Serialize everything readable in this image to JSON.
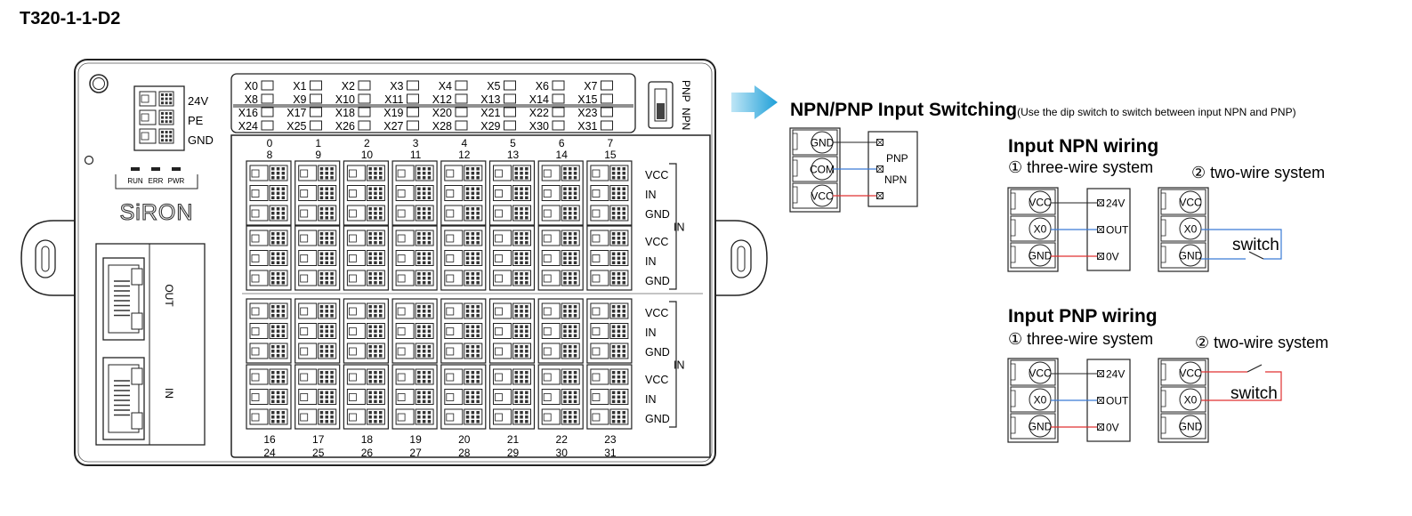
{
  "model_title": "T320-1-1-D2",
  "device": {
    "power_labels": [
      "24V",
      "PE",
      "GND"
    ],
    "leds": [
      "RUN",
      "ERR",
      "PWR"
    ],
    "brand": "SiRON",
    "ports": [
      "OUT",
      "IN"
    ],
    "switch_labels": [
      "PNP",
      "NPN"
    ],
    "indicator_rows": [
      [
        "X0",
        "X1",
        "X2",
        "X3",
        "X4",
        "X5",
        "X6",
        "X7"
      ],
      [
        "X8",
        "X9",
        "X10",
        "X11",
        "X12",
        "X13",
        "X14",
        "X15"
      ],
      [
        "X16",
        "X17",
        "X18",
        "X19",
        "X20",
        "X21",
        "X22",
        "X23"
      ],
      [
        "X24",
        "X25",
        "X26",
        "X27",
        "X28",
        "X29",
        "X30",
        "X31"
      ]
    ],
    "col_top_a": [
      "0",
      "1",
      "2",
      "3",
      "4",
      "5",
      "6",
      "7"
    ],
    "col_top_b": [
      "8",
      "9",
      "10",
      "11",
      "12",
      "13",
      "14",
      "15"
    ],
    "col_bottom_a": [
      "16",
      "17",
      "18",
      "19",
      "20",
      "21",
      "22",
      "23"
    ],
    "col_bottom_b": [
      "24",
      "25",
      "26",
      "27",
      "28",
      "29",
      "30",
      "31"
    ],
    "row_labels": [
      "VCC",
      "IN",
      "GND"
    ],
    "group_label": "IN"
  },
  "switching": {
    "heading": "NPN/PNP Input Switching",
    "note": "(Use the dip switch to switch between input NPN and PNP)",
    "terminals": [
      "GND",
      "COM",
      "VCC"
    ],
    "labels": [
      "PNP",
      "NPN"
    ]
  },
  "npn": {
    "heading": "Input NPN wiring",
    "three_wire": "① three-wire system",
    "two_wire": "② two-wire system",
    "terminals": [
      "VCC",
      "X0",
      "GND"
    ],
    "sensor_labels": [
      "24V",
      "OUT",
      "0V"
    ],
    "switch": "switch"
  },
  "pnp": {
    "heading": "Input PNP wiring",
    "three_wire": "① three-wire system",
    "two_wire": "② two-wire system",
    "terminals": [
      "VCC",
      "X0",
      "GND"
    ],
    "sensor_labels": [
      "24V",
      "OUT",
      "0V"
    ],
    "switch": "switch"
  },
  "colors": {
    "arrow": "#2aa7dc",
    "wire_red": "#e03030",
    "wire_blue": "#3a7bd5"
  }
}
